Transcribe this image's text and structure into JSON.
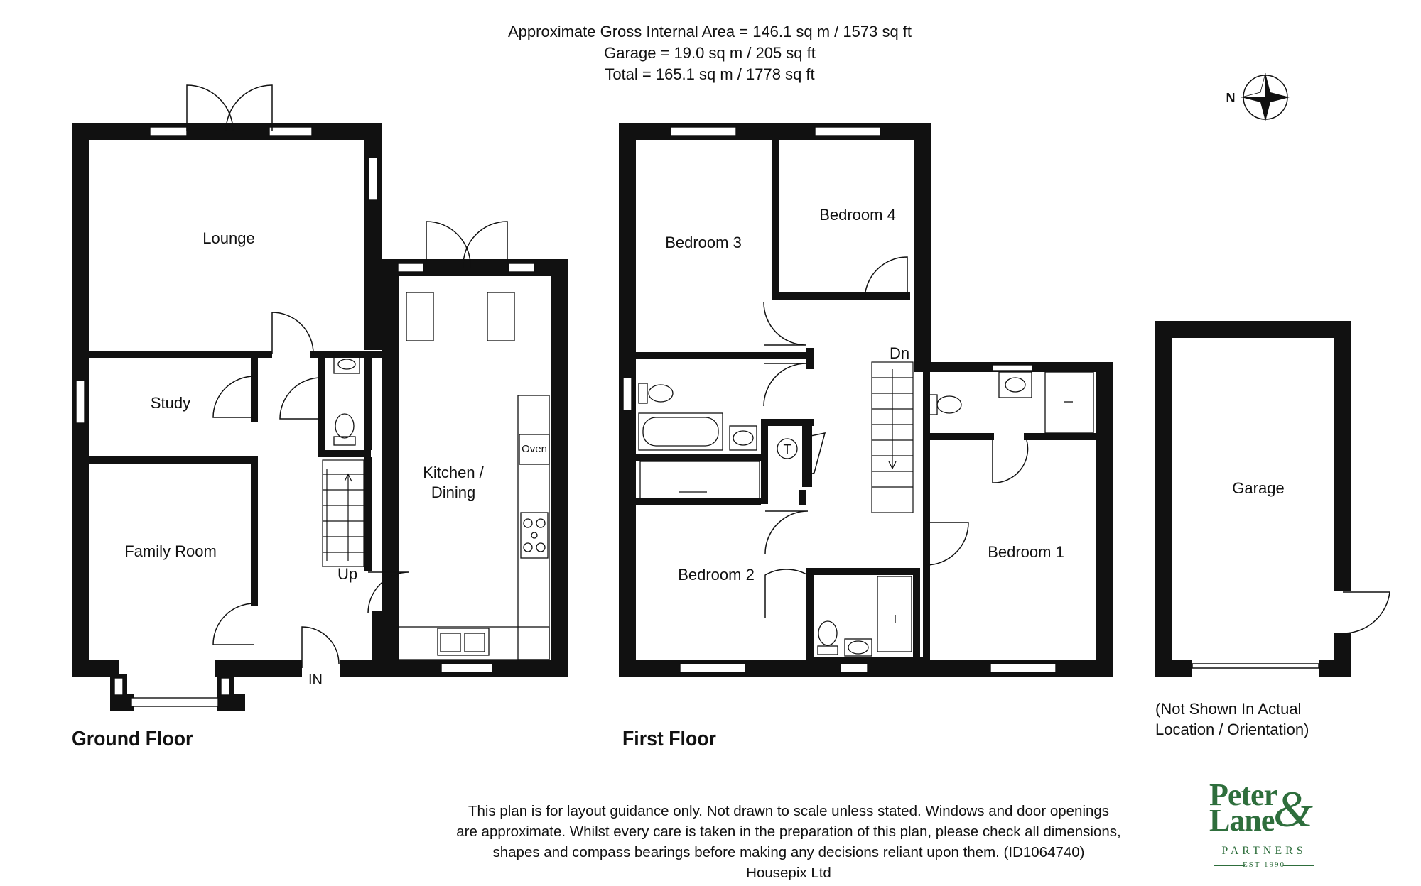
{
  "header": {
    "area_line1": "Approximate Gross Internal Area = 146.1 sq m / 1573 sq ft",
    "area_line2": "Garage = 19.0 sq m / 205 sq ft",
    "area_line3": "Total  = 165.1 sq m / 1778 sq ft"
  },
  "compass": {
    "label": "N"
  },
  "floors": {
    "ground": {
      "title": "Ground Floor",
      "rooms": {
        "lounge": "Lounge",
        "study": "Study",
        "family_room": "Family Room",
        "kitchen_l1": "Kitchen /",
        "kitchen_l2": "Dining",
        "oven": "Oven",
        "up": "Up",
        "in": "IN"
      }
    },
    "first": {
      "title": "First Floor",
      "rooms": {
        "bedroom1": "Bedroom 1",
        "bedroom2": "Bedroom 2",
        "bedroom3": "Bedroom 3",
        "bedroom4": "Bedroom 4",
        "dn": "Dn",
        "tank": "T"
      }
    },
    "garage": {
      "label": "Garage",
      "note_line1": "(Not Shown In Actual",
      "note_line2": "Location / Orientation)"
    }
  },
  "disclaimer": {
    "line1": "This plan is for layout guidance only. Not drawn to scale unless stated. Windows and door openings",
    "line2": "are approximate. Whilst every care is taken in the preparation of this plan, please check all dimensions,",
    "line3": "shapes and compass bearings before making any decisions reliant upon them. (ID1064740)",
    "line4": "Housepix Ltd"
  },
  "logo": {
    "line1": "Peter",
    "line2": "Lane",
    "ampersand": "&",
    "partners": "PARTNERS",
    "est": "EST 1990"
  },
  "colors": {
    "walls": "#111111",
    "brand_green": "#2e6e3c"
  }
}
